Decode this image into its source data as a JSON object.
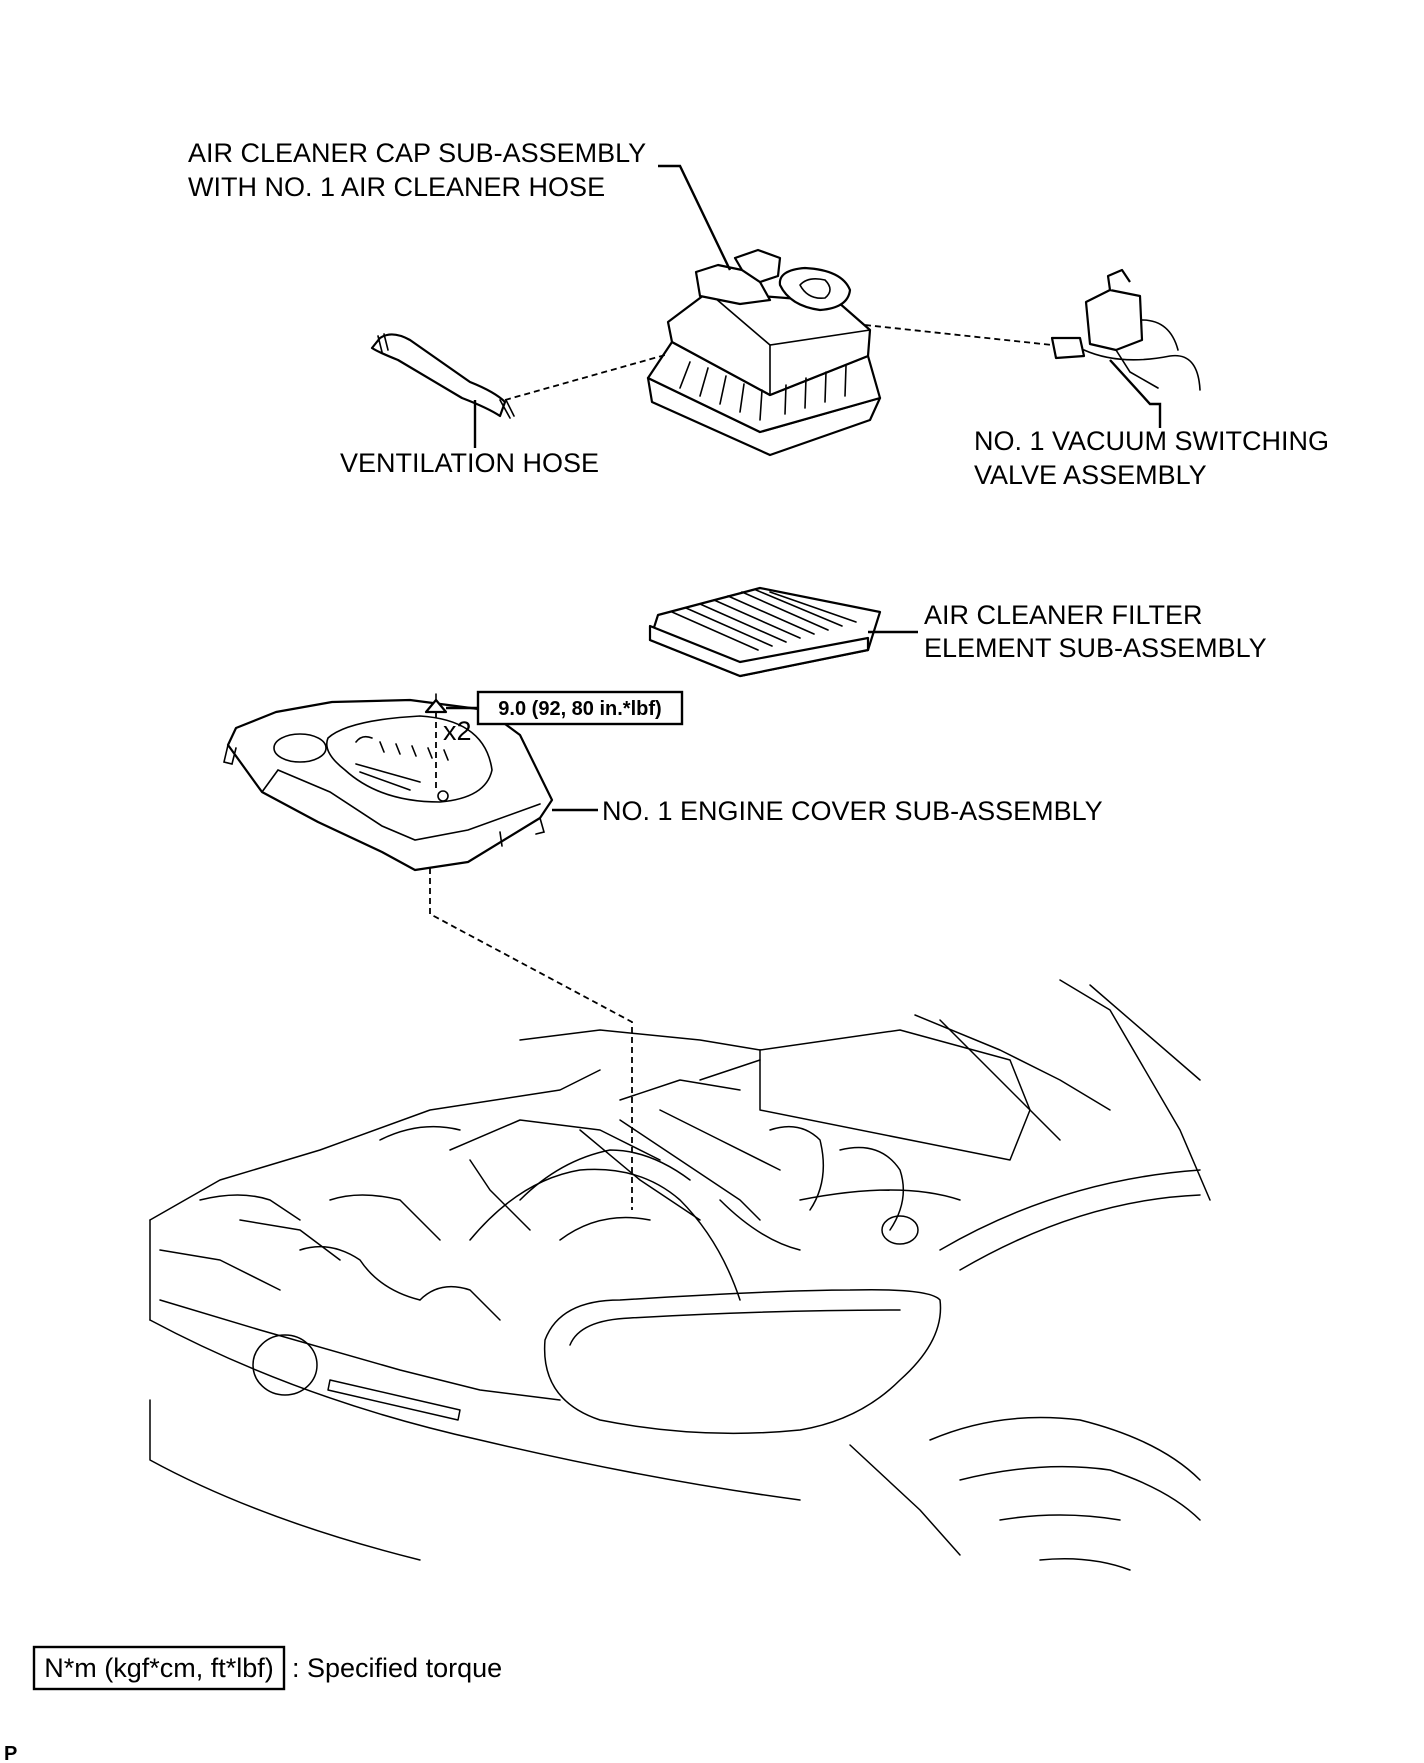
{
  "labels": {
    "air_cleaner_cap_line1": "AIR CLEANER CAP SUB-ASSEMBLY",
    "air_cleaner_cap_line2": "WITH NO. 1 AIR CLEANER HOSE",
    "ventilation_hose": "VENTILATION HOSE",
    "vacuum_valve_line1": "NO. 1 VACUUM SWITCHING",
    "vacuum_valve_line2": "VALVE ASSEMBLY",
    "filter_line1": "AIR CLEANER FILTER",
    "filter_line2": "ELEMENT SUB-ASSEMBLY",
    "engine_cover": "NO. 1 ENGINE COVER SUB-ASSEMBLY"
  },
  "torque": {
    "value": "9.0 (92, 80 in.*lbf)",
    "quantity": "x2"
  },
  "legend": {
    "unit_box": "N*m (kgf*cm, ft*lbf)",
    "description": ": Specified torque"
  },
  "corner_mark": "P"
}
